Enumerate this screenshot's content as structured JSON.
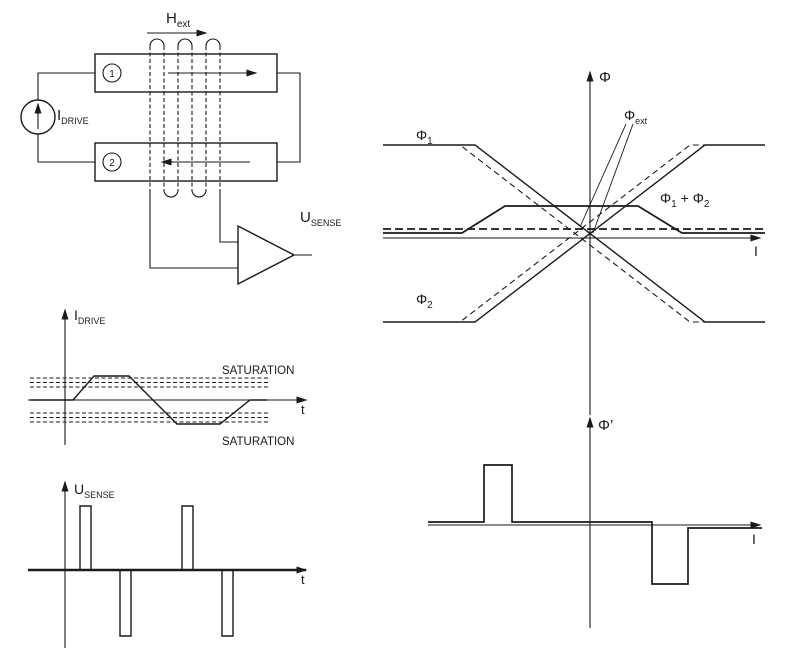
{
  "labels": {
    "h_ext_main": "H",
    "h_ext_sub": "ext",
    "core1": "1",
    "core2": "2",
    "i_drive_main": "I",
    "i_drive_sub": "DRIVE",
    "u_sense_main": "U",
    "u_sense_sub": "SENSE",
    "phi_axis": "Φ",
    "i_axis_flux": "I",
    "phi1_main": "Φ",
    "phi1_sub": "1",
    "phi2_main": "Φ",
    "phi2_sub": "2",
    "phi_ext_main": "Φ",
    "phi_ext_sub": "ext",
    "sum_plus": " + ",
    "idrive_axis_main": "I",
    "idrive_axis_sub": "DRIVE",
    "t_axis_drive": "t",
    "saturation_top": "SATURATION",
    "saturation_bottom": "SATURATION",
    "usense_axis_main": "U",
    "usense_axis_sub": "SENSE",
    "t_axis_sense": "t",
    "phi_prime_axis": "Φ’",
    "i_axis_deriv": "I"
  },
  "curves": {
    "flux_phi1_solid": [
      [
        383,
        145
      ],
      [
        475,
        145
      ],
      [
        705,
        322
      ],
      [
        765,
        322
      ]
    ],
    "flux_phi2_solid": [
      [
        383,
        322
      ],
      [
        475,
        322
      ],
      [
        705,
        145
      ],
      [
        765,
        145
      ]
    ],
    "flux_phi1_dashed": [
      [
        383,
        145
      ],
      [
        460,
        145
      ],
      [
        690,
        322
      ],
      [
        765,
        322
      ]
    ],
    "flux_phi2_dashed": [
      [
        383,
        322
      ],
      [
        460,
        322
      ],
      [
        690,
        145
      ],
      [
        765,
        145
      ]
    ],
    "flux_sum": [
      [
        383,
        233
      ],
      [
        462,
        233
      ],
      [
        505,
        206
      ],
      [
        638,
        206
      ],
      [
        682,
        233
      ],
      [
        765,
        233
      ]
    ],
    "flux_zero_dashed": [
      [
        383,
        229
      ],
      [
        765,
        229
      ]
    ],
    "drive_wave": [
      [
        30,
        400
      ],
      [
        73,
        400
      ],
      [
        94,
        376
      ],
      [
        129,
        376
      ],
      [
        177,
        424
      ],
      [
        220,
        424
      ],
      [
        250,
        400
      ],
      [
        267,
        400
      ]
    ],
    "drive_saturation_levels_y": [
      378,
      382.5,
      387,
      413,
      417.5,
      422
    ],
    "sense_wave": [
      [
        30,
        570
      ],
      [
        80,
        570
      ],
      [
        80,
        506
      ],
      [
        91,
        506
      ],
      [
        91,
        570
      ],
      [
        120,
        570
      ],
      [
        120,
        636
      ],
      [
        131,
        636
      ],
      [
        131,
        570
      ],
      [
        182,
        570
      ],
      [
        182,
        506
      ],
      [
        193,
        506
      ],
      [
        193,
        570
      ],
      [
        222,
        570
      ],
      [
        222,
        636
      ],
      [
        233,
        636
      ],
      [
        233,
        570
      ],
      [
        268,
        570
      ]
    ],
    "deriv_wave": [
      [
        428,
        522
      ],
      [
        484,
        522
      ],
      [
        484,
        465
      ],
      [
        512,
        465
      ],
      [
        512,
        522
      ],
      [
        652,
        522
      ],
      [
        652,
        584
      ],
      [
        688,
        584
      ],
      [
        688,
        528
      ],
      [
        762,
        528
      ]
    ]
  },
  "colors": {
    "stroke": "#1a1a1a",
    "background": "#ffffff"
  }
}
